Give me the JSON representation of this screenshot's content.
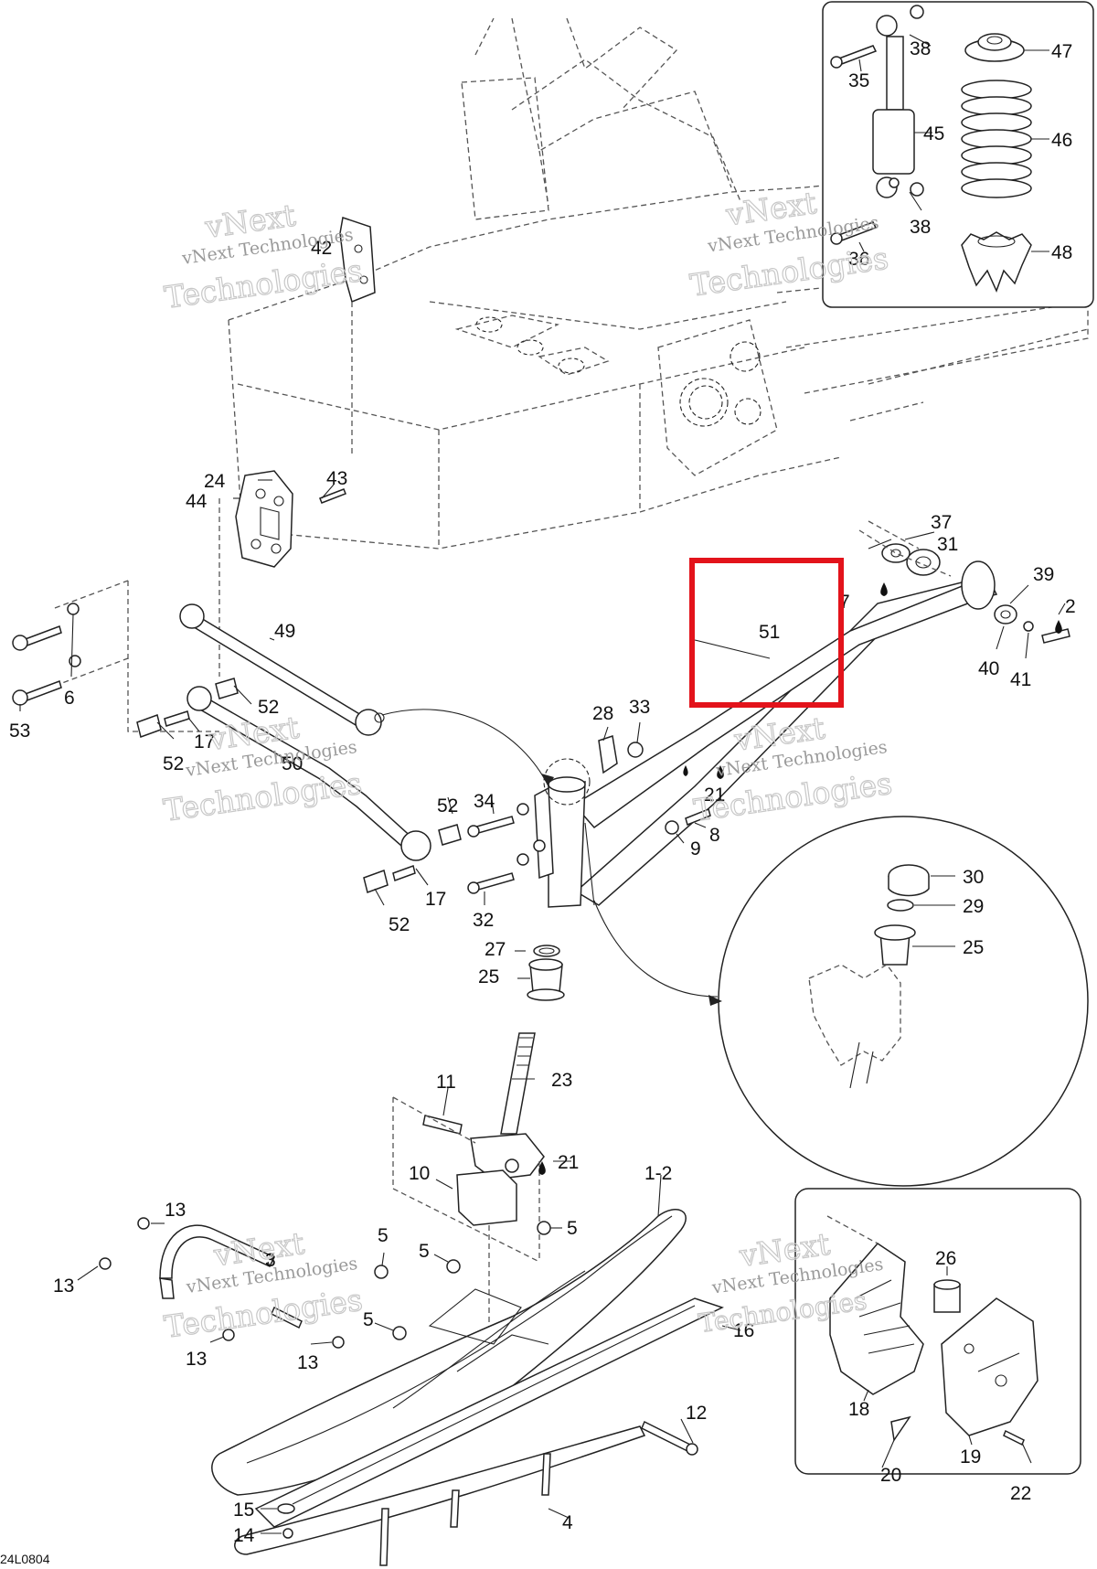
{
  "diagram_code": "24L0804",
  "watermark": {
    "line1": "vNext Technologies",
    "line2": "Technologies",
    "line3": "vNext"
  },
  "highlight_color": "#e3131b",
  "callouts": {
    "c1_2": "1-2",
    "c2": "2",
    "c3": "3",
    "c4": "4",
    "c5a": "5",
    "c5b": "5",
    "c5c": "5",
    "c5d": "5",
    "c6": "6",
    "c7": "7",
    "c8": "8",
    "c9": "9",
    "c10": "10",
    "c11": "11",
    "c12": "12",
    "c13a": "13",
    "c13b": "13",
    "c13c": "13",
    "c13d": "13",
    "c14": "14",
    "c15": "15",
    "c16": "16",
    "c17a": "17",
    "c17b": "17",
    "c18": "18",
    "c19": "19",
    "c20": "20",
    "c21a": "21",
    "c21b": "21",
    "c22": "22",
    "c23": "23",
    "c24": "24",
    "c25a": "25",
    "c25b": "25",
    "c26": "26",
    "c27": "27",
    "c28": "28",
    "c29": "29",
    "c30": "30",
    "c31": "31",
    "c32": "32",
    "c33": "33",
    "c34": "34",
    "c35": "35",
    "c36": "36",
    "c37": "37",
    "c38a": "38",
    "c38b": "38",
    "c39": "39",
    "c40": "40",
    "c41": "41",
    "c42": "42",
    "c43": "43",
    "c44": "44",
    "c45": "45",
    "c46": "46",
    "c47": "47",
    "c48": "48",
    "c49": "49",
    "c50": "50",
    "c51": "51",
    "c52a": "52",
    "c52b": "52",
    "c52c": "52",
    "c52d": "52",
    "c53": "53"
  }
}
